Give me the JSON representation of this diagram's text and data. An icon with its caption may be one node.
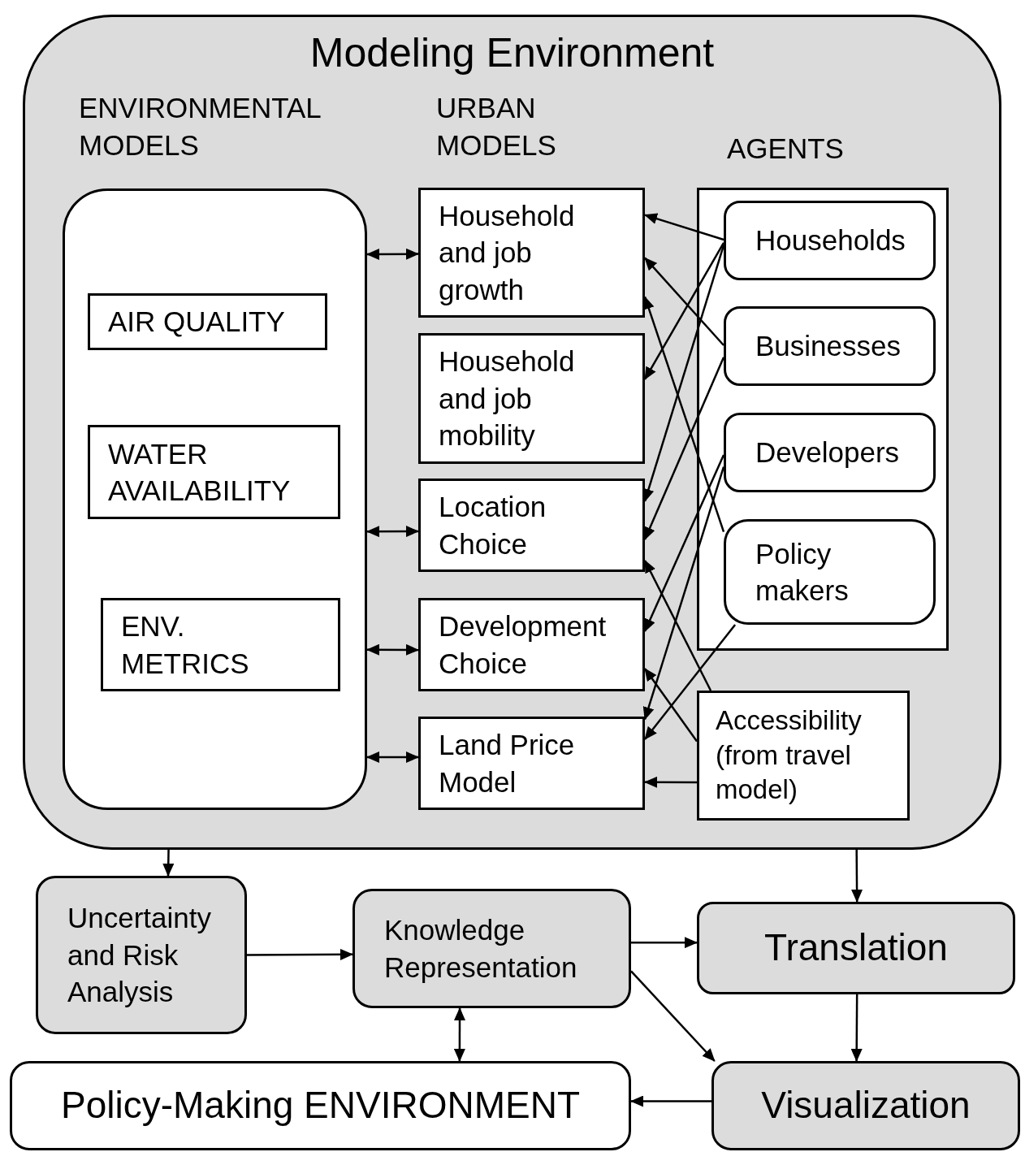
{
  "diagram": {
    "nodes": [
      {
        "text": [
          "Modeling Environment"
        ]
      },
      {
        "text": [],
        "shape": "box",
        "in": 0
      },
      {
        "text": [
          "AIR QUALITY"
        ],
        "in": 1
      },
      {
        "text": [
          "WATER AVAILABILITY"
        ],
        "in": 1
      },
      {
        "text": [
          "ENV. METRICS"
        ],
        "in": 1
      },
      {
        "text": [
          "Household and job growth"
        ],
        "in": 0
      },
      {
        "text": [
          "Household and job mobility"
        ],
        "in": 0
      },
      {
        "text": [
          "Location Choice"
        ],
        "in": 0
      },
      {
        "text": [
          "Development Choice"
        ],
        "in": 0
      },
      {
        "text": [
          "Land Price Model"
        ],
        "in": 0
      },
      {
        "text": [],
        "shape": "box",
        "in": 0
      },
      {
        "text": [
          "Households"
        ],
        "in": 10
      },
      {
        "text": [
          "Businesses"
        ],
        "in": 10
      },
      {
        "text": [
          "Developers"
        ],
        "in": 10
      },
      {
        "text": [
          "Policy makers"
        ],
        "in": 10
      },
      {
        "text": [
          "Accessibility (from travel model)"
        ],
        "in": 0
      },
      {
        "text": [
          "Uncertainty and Risk Analysis"
        ]
      },
      {
        "text": [
          "Knowledge Representation"
        ]
      },
      {
        "text": [
          "Translation"
        ]
      },
      {
        "text": [
          "Policy-Making ENVIRONMENT"
        ]
      },
      {
        "text": [
          "Visualization"
        ]
      }
    ],
    "edges": [
      {
        "from": 1,
        "to": 5,
        "arrow": "both"
      },
      {
        "from": 1,
        "to": 7,
        "arrow": "both"
      },
      {
        "from": 1,
        "to": 8,
        "arrow": "both"
      },
      {
        "from": 1,
        "to": 9,
        "arrow": "both"
      },
      {
        "from": 11,
        "to": 5,
        "arrow": "to"
      },
      {
        "from": 11,
        "to": 6,
        "arrow": "to"
      },
      {
        "from": 11,
        "to": 7,
        "arrow": "to"
      },
      {
        "from": 12,
        "to": 5,
        "arrow": "to"
      },
      {
        "from": 12,
        "to": 7,
        "arrow": "to"
      },
      {
        "from": 13,
        "to": 8,
        "arrow": "to"
      },
      {
        "from": 13,
        "to": 9,
        "arrow": "to"
      },
      {
        "from": 14,
        "to": 5,
        "arrow": "to"
      },
      {
        "from": 14,
        "to": 9,
        "arrow": "to"
      },
      {
        "from": 15,
        "to": 7,
        "arrow": "to"
      },
      {
        "from": 15,
        "to": 8,
        "arrow": "to"
      },
      {
        "from": 15,
        "to": 9,
        "arrow": "to"
      },
      {
        "from": 0,
        "to": 16,
        "arrow": "to"
      },
      {
        "from": 0,
        "to": 18,
        "arrow": "to"
      },
      {
        "from": 16,
        "to": 17,
        "arrow": "to"
      },
      {
        "from": 17,
        "to": 18,
        "arrow": "to"
      },
      {
        "from": 17,
        "to": 20,
        "arrow": "to"
      },
      {
        "from": 17,
        "to": 19,
        "arrow": "both"
      },
      {
        "from": 18,
        "to": 20,
        "arrow": "to"
      },
      {
        "from": 20,
        "to": 19,
        "arrow": "to"
      }
    ],
    "labels": [
      "ENVIRONMENTAL MODELS",
      "URBAN MODELS",
      "AGENTS"
    ]
  }
}
